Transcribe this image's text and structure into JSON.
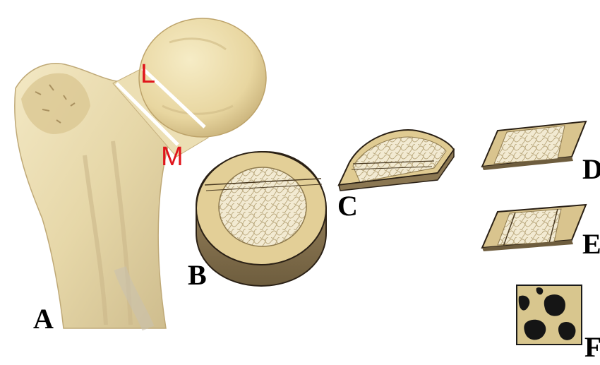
{
  "figure": {
    "panels": [
      {
        "id": "A",
        "label": "A"
      },
      {
        "id": "B",
        "label": "B"
      },
      {
        "id": "C",
        "label": "C"
      },
      {
        "id": "D",
        "label": "D"
      },
      {
        "id": "E",
        "label": "E"
      },
      {
        "id": "F",
        "label": "F"
      }
    ],
    "cut_lines": {
      "lateral": "L",
      "medial": "M"
    },
    "colors": {
      "cut_label": "#e0141b",
      "cut_line": "#ffffff",
      "bone": "#e9dcb3",
      "cortex": "#d9c48e",
      "trabecular": "#efe6cc",
      "marrow_void": "#151515"
    }
  }
}
